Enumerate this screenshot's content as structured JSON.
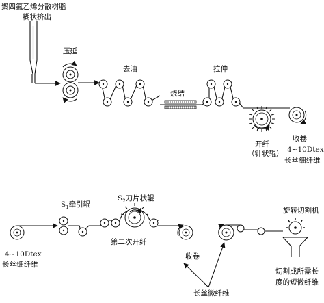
{
  "top_line": {
    "paste_label_1": "聚四氟乙烯分散树脂",
    "paste_label_2": "糊状挤出",
    "rolling_label": "压延",
    "degreasing_label": "去油",
    "sintering_label": "烧结",
    "stretching_label": "拉伸",
    "splitting_label_1": "开纤",
    "splitting_label_2": "（针状辊）",
    "winding_label": "收卷",
    "filament_label_1": "4~10Dtex",
    "filament_label_2": "长丝细纤维"
  },
  "bottom_line": {
    "input_label_1": "4~10Dtex",
    "input_label_2": "长丝细纤维",
    "traction_label_s": "S",
    "traction_label_sub": "1",
    "traction_label_rest": "牵引辊",
    "blade_label_s": "S",
    "blade_label_sub": "2",
    "blade_label_rest": "刀片状辊",
    "second_splitting_label": "第二次开纤",
    "winding_label": "收卷",
    "microfiber_label": "长丝微纤维",
    "cutter_label": "旋转切割机",
    "short_fiber_label_1": "切割成所需长",
    "short_fiber_label_2": "度的短微纤维"
  }
}
